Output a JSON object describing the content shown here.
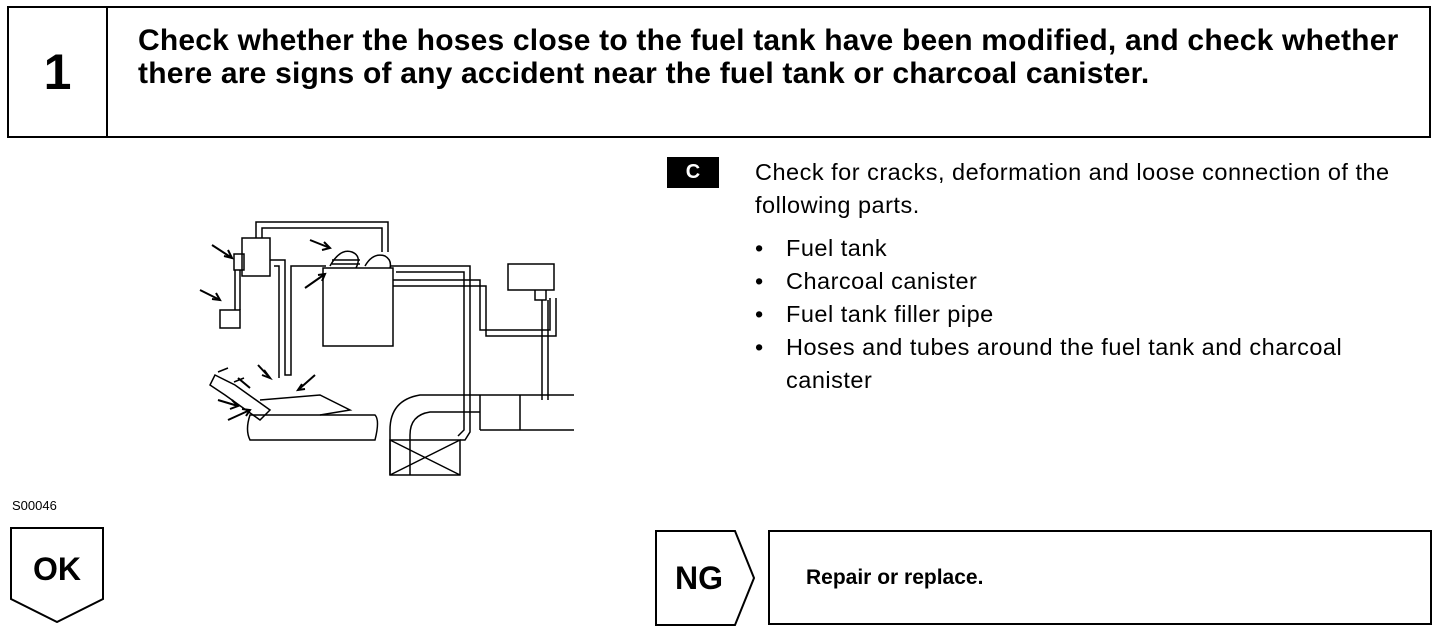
{
  "step": {
    "number": "1",
    "title": "Check whether the hoses close to the fuel tank have been modified, and check whether there are signs of any accident near the fuel tank or charcoal canister."
  },
  "figure": {
    "code": "S00046"
  },
  "check": {
    "badge": "C",
    "intro": "Check for cracks, deformation and loose connection of the following parts.",
    "items": [
      "Fuel tank",
      "Charcoal canister",
      "Fuel tank filler pipe",
      "Hoses and tubes around the fuel tank and charcoal canister"
    ],
    "bullet": "•"
  },
  "results": {
    "ok_label": "OK",
    "ng_label": "NG",
    "ng_action": "Repair or replace."
  },
  "colors": {
    "ink": "#000000",
    "paper": "#ffffff"
  }
}
